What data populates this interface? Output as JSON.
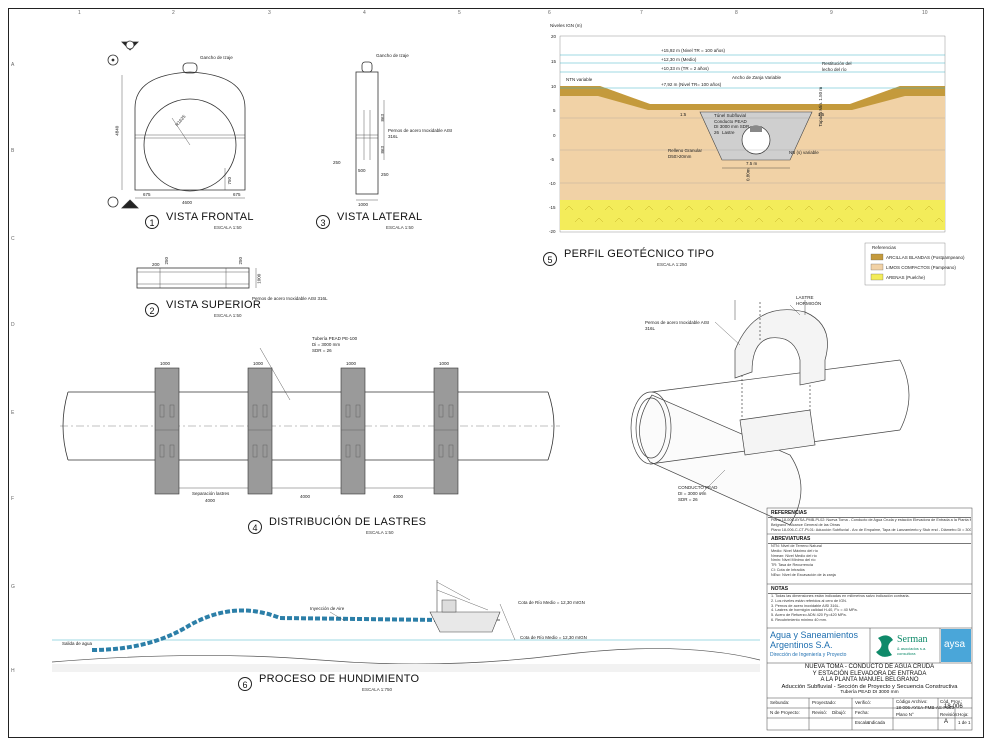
{
  "sheet": {
    "grid_top": [
      "1",
      "2",
      "3",
      "4",
      "5",
      "6",
      "7",
      "8",
      "9",
      "10"
    ],
    "grid_side": [
      "A",
      "B",
      "C",
      "D",
      "E",
      "F",
      "G",
      "H"
    ]
  },
  "views": {
    "frontal": {
      "number": "1",
      "title": "VISTA FRONTAL",
      "scale": "ESCALA 1:50",
      "hook": "Gancho de Izaje",
      "radius": "R1625",
      "h_total": "4840",
      "w_total": "4600",
      "left_dim": "675",
      "right_dim": "675",
      "side_dim": "750"
    },
    "superior": {
      "number": "2",
      "title": "VISTA SUPERIOR",
      "scale": "ESCALA 1:50",
      "d1": "200",
      "d2": "250",
      "d3": "250",
      "d4": "1000",
      "bolt_note": "Pernos de acero Inoxidable AISI 316L"
    },
    "lateral": {
      "number": "3",
      "title": "VISTA LATERAL",
      "scale": "ESCALA 1:50",
      "hook": "Gancho de Izaje",
      "d1": "863",
      "d2": "863",
      "d3": "250",
      "d4": "500",
      "d5": "250",
      "d6": "1000",
      "bolt_note": "Pernos de acero Inoxidable AISI 316L"
    },
    "distribucion": {
      "number": "4",
      "title": "DISTRIBUCIÓN DE LASTRES",
      "scale": "ESCALA 1:50",
      "pipe_note_1": "Tubería PEAD PE-100",
      "pipe_note_2": "Di = 3000 mm",
      "pipe_note_3": "SDR = 26",
      "block_w": "1000",
      "sep_label": "Separación lastres",
      "sep": "4000"
    },
    "perfil": {
      "number": "5",
      "title": "PERFIL GEOTÉCNICO TIPO",
      "scale": "ESCALA 1:250",
      "axis_title": "Niveles IGN (m)",
      "y_ticks": [
        "20",
        "15",
        "10",
        "5",
        "0",
        "-5",
        "-10",
        "-15",
        "-20"
      ],
      "level_notes": [
        "+15,92 m (Nivel TR = 100 años)",
        "+12,30 m (Medio)",
        "+10,33 m (TR = 2 años)",
        "+7,92 m (Nivel TR= 100 años)"
      ],
      "ntn": "NTN variable",
      "width_note": "Ancho de Zanja Variable",
      "restitution": "Restitución del lecho del río",
      "tunnel_note": "Túnel Subfluvial Conducto PEAD DI 3000 mm SDR 26",
      "lastre": "Lastre",
      "relleno": "Relleno Granular D50>20mm",
      "slope1": "1:5",
      "slope2": "1:5",
      "min_cover": "Tapada Mín. 1.50 m",
      "trench_w": "7.5 m",
      "depth": "0.80m",
      "nb_variable": "NB (s) variable",
      "legend_title": "Referencias",
      "legend": [
        {
          "label": "ARCILLAS BLANDAS (Postpampeano)",
          "color": "#c49a3c"
        },
        {
          "label": "LIMOS COMPACTOS (Pampeano)",
          "color": "#f1d2a6"
        },
        {
          "label": "ARENAS (Puelche)",
          "color": "#f3ec5a"
        }
      ]
    },
    "hundimiento": {
      "number": "6",
      "title": "PROCESO DE HUNDIMIENTO",
      "scale": "ESCALA 1:750",
      "air": "Inyección de Aire",
      "water": "Salida de agua",
      "level1": "Cota de Río Medio = 12,30 mIGN",
      "level2": "Cota de Río Medio = 12,30 mIGN"
    },
    "isometric": {
      "lastre": "LASTRE",
      "hormigon": "HORMIGÓN",
      "bolt_note": "Pernos de acero Inoxidable AISI 316L",
      "conducto_1": "CONDUCTO PEAD",
      "conducto_2": "DI = 3000 mm",
      "conducto_3": "SDR = 26"
    }
  },
  "referencias": {
    "title": "REFERENCIAS",
    "lines": [
      "Plano 18-006-AYSA-PMB-PL02: Nueva Toma - Conducto de Agua Cruda y estación Elevadora de Entrada a la Planta Manuel",
      "Belgrano - Alcance General de las Obras",
      "Plano 18-006-C-CT-PL01: Aducción Subfluvial - Arc de Empalme, Tapa de Lanzamiento y Stub end - Diámetro Di = 3000 mm"
    ]
  },
  "abreviaturas": {
    "title": "ABREVIATURAS",
    "lines": [
      "NTN: Nivel de Terreno Natural",
      "Medio: Nivel Máximo del río",
      "Nmean: Nivel Medio del río",
      "Nmin: Nivel Mínimo del río",
      "TR: Tasa de Recurrencia",
      "Cl: Cota de Intradós",
      "NEsc: Nivel de Excavación de la zanja"
    ]
  },
  "notas": {
    "title": "NOTAS",
    "lines": [
      "1.  Todas las dimensiones están indicadas en milímetros salvo indicación contraria.",
      "2.  Los niveles están referidos al cero de IGN.",
      "3.  Pernos de acero inoxidable AISI 316L.",
      "4.  Lastres de hormigón calidad H-40, F'c = 40 MPa.",
      "5.  Acero de Refuerzo ADN 420 Fy=420 MPa.",
      "6.  Recubrimiento mínimo 40 mm."
    ]
  },
  "title_block": {
    "company_1": "Agua y Saneamientos",
    "company_2": "Argentinos S.A.",
    "direccion": "Dirección de Ingeniería y Proyecto",
    "serman": "Serman",
    "serman_sub": "& asociados s.a.",
    "serman_sub2": "consultora",
    "aysa": "aysa",
    "title_1": "NUEVA TOMA - CONDUCTO DE AGUA CRUDA",
    "title_2": "Y ESTACIÓN ELEVADORA DE ENTRADA",
    "title_3": "A LA PLANTA MANUEL BELGRANO",
    "subtitle": "Aducción Subfluvial - Sección de Proyecto y Secuencia Constructiva",
    "subtitle_2": "Tubería PEAD DI 3000 mm",
    "code_label": "Código Archivo:",
    "code": "18-006-AYSA-PMB-AS-PL03",
    "proj_label": "Cód. Proy.:",
    "proj": "18-006",
    "rev_label": "Revisión:",
    "rev": "A",
    "hoja_label": "Hoja:",
    "hoja": "1 de 1",
    "cells": [
      "Sebunda:",
      "Proyectado:",
      "Verificó:",
      "N de Proyecto:",
      "Revisó:",
      "Dibujó:",
      "Fecha:",
      "Plano N°",
      "Escala:",
      "Indicada"
    ]
  }
}
